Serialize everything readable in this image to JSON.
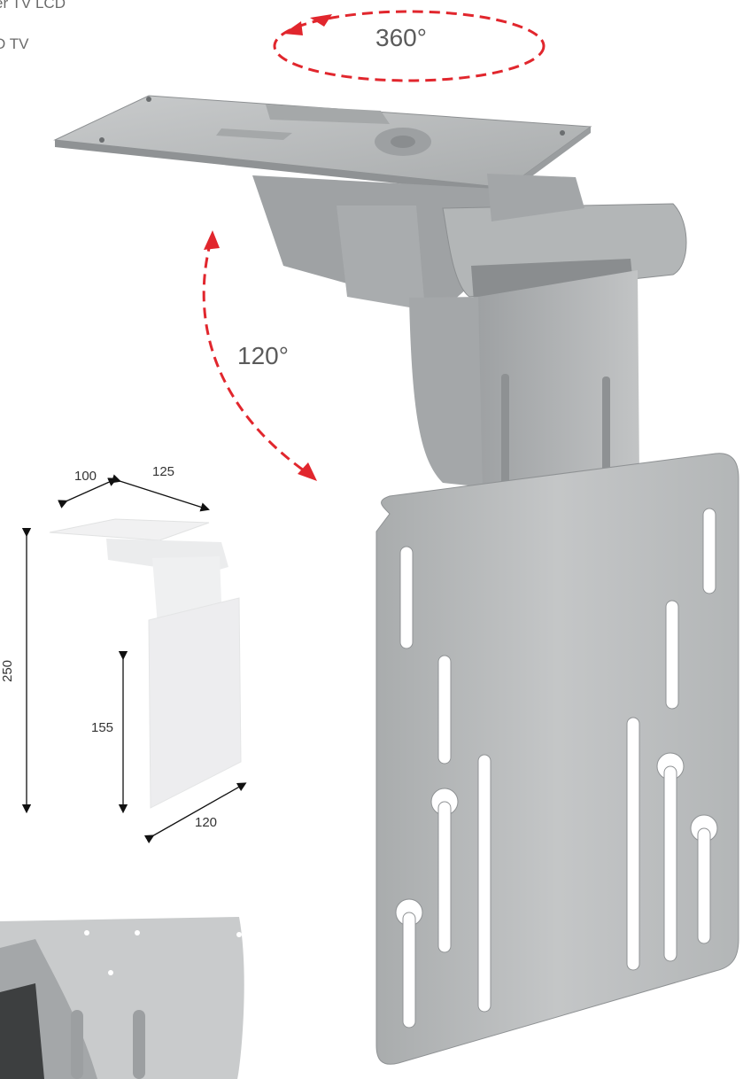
{
  "captions": {
    "line1": "er TV LCD",
    "line2": "D TV"
  },
  "rotation": {
    "swivel_label": "360°",
    "tilt_label": "120°"
  },
  "dimensions": {
    "width_a": "100",
    "width_b": "125",
    "height_total": "250",
    "height_plate": "155",
    "plate_width": "120"
  },
  "colors": {
    "arrow": "#e1262d",
    "metal": "#b9bcbd",
    "metal_dark": "#8f9294",
    "background": "#ffffff"
  }
}
